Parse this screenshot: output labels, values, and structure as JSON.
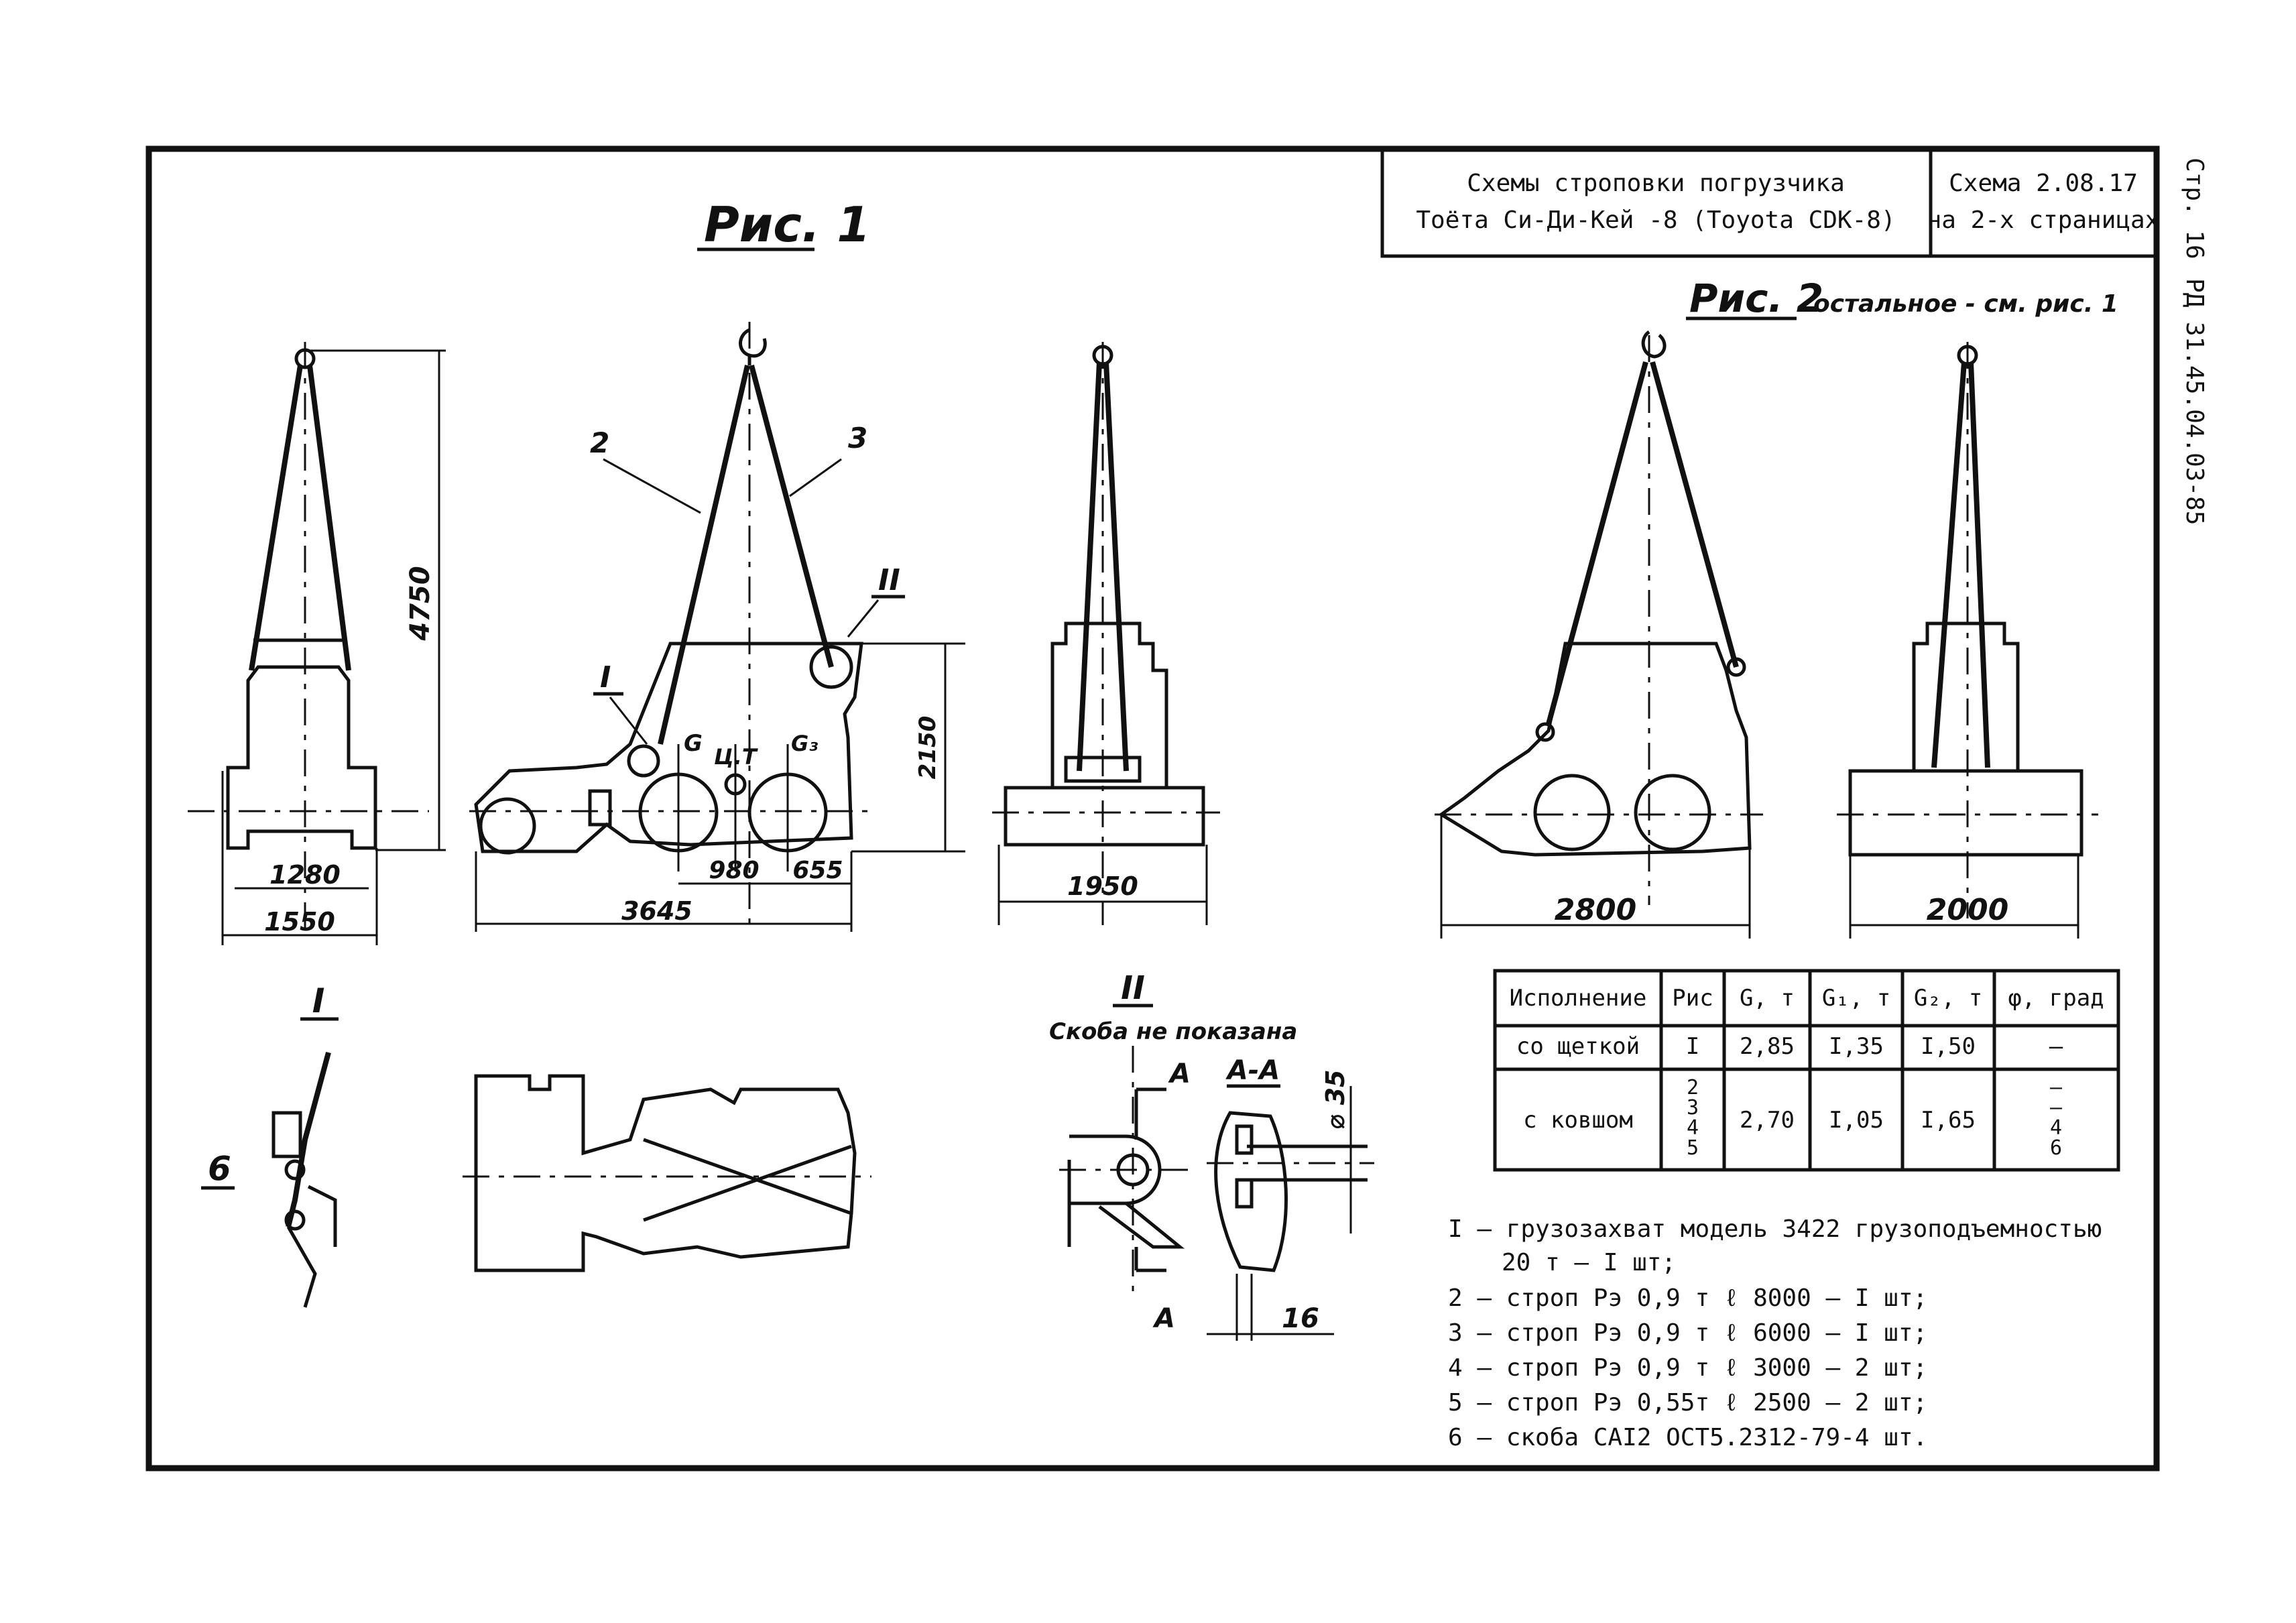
{
  "title_block": {
    "title_line1": "Схемы строповки погрузчика",
    "title_line2": "Тоёта Си-Ди-Кей -8 (Toyota CDK-8)",
    "scheme_line1": "Схема 2.08.17",
    "scheme_line2": "на 2-х страницах"
  },
  "side_margin": {
    "page": "Стр. 16",
    "doc_code": "РД 31.45.04.03-85"
  },
  "figures": {
    "fig1_title": "Рис. 1",
    "fig2_title": "Рис. 2",
    "fig2_note": "остальное - см. рис. 1"
  },
  "dimensions": {
    "d1280": "1280",
    "d1550": "1550",
    "d4750": "4750",
    "d3645": "3645",
    "d980": "980",
    "d655": "655",
    "d2150": "2150",
    "d1950": "1950",
    "d2800": "2800",
    "d2000": "2000",
    "d35": "⌀ 35",
    "d16": "16"
  },
  "callouts": {
    "c2": "2",
    "c3": "3",
    "c6": "6",
    "node1": "I",
    "node2": "II",
    "detail1": "I",
    "detail2": "II",
    "skoba_note": "Скоба не показана",
    "section_a1": "А",
    "section_a2": "А",
    "section_aa": "А-А",
    "g_label": "G",
    "ct_label": "Ц.Т",
    "g3_label": "G₃"
  },
  "table": {
    "headers": [
      "Исполнение",
      "Рис",
      "G, т",
      "G₁, т",
      "G₂, т",
      "φ, град"
    ],
    "rows": [
      {
        "variant": "со щеткой",
        "ris": "I",
        "g": "2,85",
        "g1": "I,35",
        "g2": "I,50",
        "phi": "–"
      },
      {
        "variant": "с ковшом",
        "ris_lines": [
          "2",
          "3",
          "4",
          "5"
        ],
        "g": "2,70",
        "g1": "I,05",
        "g2": "I,65",
        "phi_lines": [
          "–",
          "–",
          "4",
          "6"
        ]
      }
    ]
  },
  "legend": [
    "I – грузозахват модель 3422 грузоподъемностью",
    "20 т – I шт;",
    "2 – строп Рэ 0,9 т ℓ 8000 – I шт;",
    "3 – строп Рэ 0,9 т ℓ 6000 – I шт;",
    "4 – строп Рэ 0,9 т ℓ 3000 – 2 шт;",
    "5 – строп Рэ 0,55т ℓ 2500 – 2 шт;",
    "6 – скоба САI2 ОСТ5.2312-79-4 шт."
  ]
}
